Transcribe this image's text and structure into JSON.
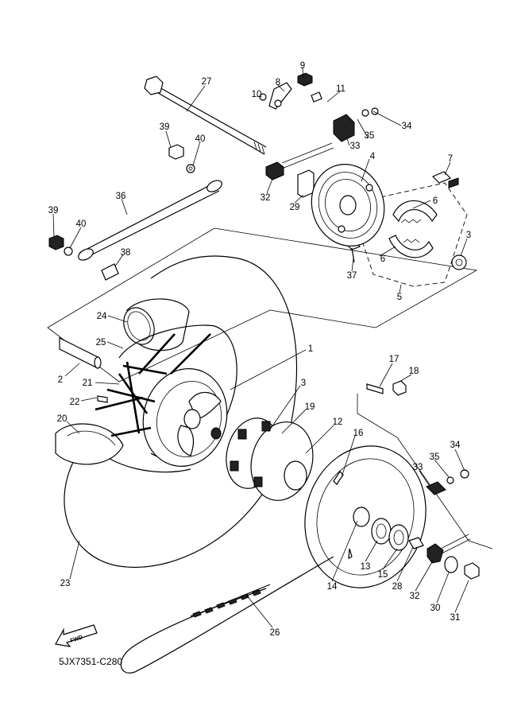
{
  "diagram_code": "5JX7351-C280",
  "fwd_label": "FWD",
  "callouts": [
    "27",
    "9",
    "8",
    "11",
    "10",
    "34",
    "35",
    "33",
    "39",
    "40",
    "7",
    "4",
    "6",
    "32",
    "29",
    "36",
    "39",
    "40",
    "3",
    "6",
    "38",
    "37",
    "5",
    "24",
    "1",
    "25",
    "2",
    "17",
    "18",
    "21",
    "3",
    "19",
    "22",
    "12",
    "16",
    "20",
    "34",
    "35",
    "33",
    "23",
    "13",
    "15",
    "28",
    "14",
    "32",
    "30",
    "31",
    "26"
  ]
}
